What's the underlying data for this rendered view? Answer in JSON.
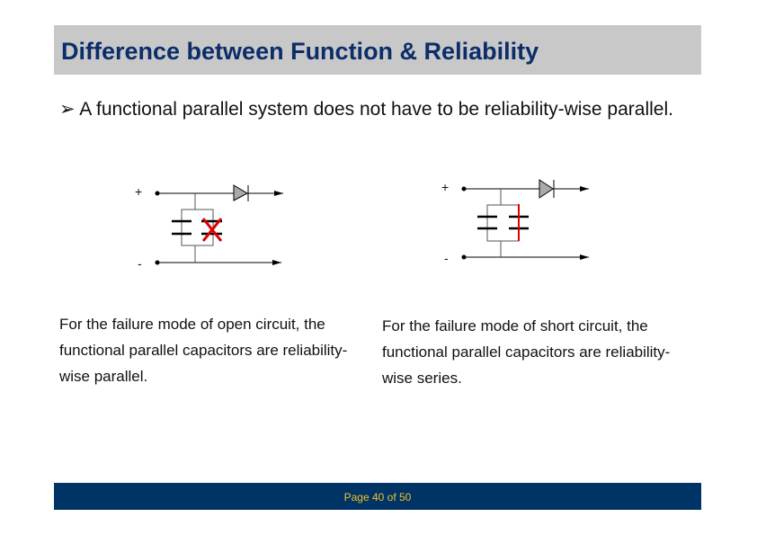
{
  "slide": {
    "title": "Difference between Function & Reliability",
    "bullet_marker": "➢",
    "bullet": "A functional parallel system does not have to be reliability-wise parallel.",
    "circuits": [
      {
        "plus": "+",
        "minus": "-",
        "failure": "open"
      },
      {
        "plus": "+",
        "minus": "-",
        "failure": "short"
      }
    ],
    "caption_left": "For the failure mode of open circuit, the functional parallel capacitors are reliability-wise parallel.",
    "caption_right": "For the failure mode of short circuit, the functional parallel capacitors are reliability-wise series.",
    "footer": "Page 40 of 50"
  },
  "colors": {
    "title": "#0b2d6a",
    "footer_bg": "#003366",
    "footer_text": "#f0c030",
    "fault": "#e00000"
  }
}
